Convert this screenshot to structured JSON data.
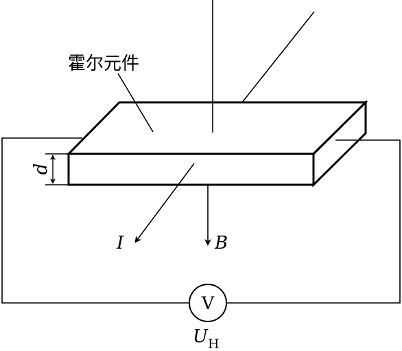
{
  "labels": {
    "element": "霍尔元件",
    "thickness": "d",
    "current": "I",
    "field": "B",
    "voltage_main": "U",
    "voltage_sub": "H"
  },
  "meter": {
    "symbol": "V"
  },
  "colors": {
    "stroke": "#000000",
    "background": "#ffffff"
  }
}
